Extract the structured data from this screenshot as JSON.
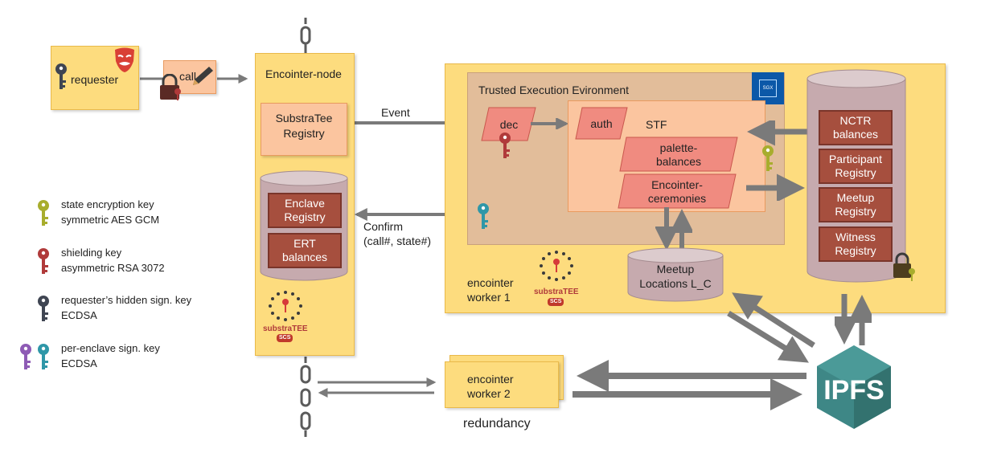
{
  "requester": {
    "label": "requester"
  },
  "call_note": {
    "label": "call"
  },
  "encointer_node": {
    "title": "Encointer-node",
    "substratee_registry": [
      "SubstraTee",
      "Registry"
    ],
    "enclave_registry": [
      "Enclave",
      "Registry"
    ],
    "ert_balances": [
      "ERT",
      "balances"
    ]
  },
  "labels": {
    "event": "Event",
    "confirm": [
      "Confirm",
      "(call#, state#)"
    ],
    "redundancy": "redundancy"
  },
  "worker1": {
    "tee_title": "Trusted Execution Evironment",
    "dec": "dec",
    "auth": "auth",
    "stf": "STF",
    "palette_balances": [
      "palette-",
      "balances"
    ],
    "encointer_ceremonies": [
      "Encointer-",
      "ceremonies"
    ],
    "meetup_locations": [
      "Meetup",
      "Locations L_C"
    ],
    "name": [
      "encointer",
      "worker 1"
    ],
    "state_items": [
      [
        "NCTR",
        "balances"
      ],
      [
        "Participant",
        "Registry"
      ],
      [
        "Meetup",
        "Registry"
      ],
      [
        "Witness",
        "Registry"
      ]
    ]
  },
  "worker2": {
    "name": [
      "encointer",
      "worker 2"
    ]
  },
  "ipfs": {
    "label": "IPFS"
  },
  "substratee_logo": {
    "text": "substraTEE",
    "sub": "SCS"
  },
  "sgx_badge": {
    "text": "SGX"
  },
  "legend": [
    {
      "lines": [
        "state encryption key",
        "symmetric AES GCM"
      ],
      "color": "#a8ad2d"
    },
    {
      "lines": [
        "shielding key",
        "asymmetric RSA 3072"
      ],
      "color": "#b03a3a"
    },
    {
      "lines": [
        "requester’s hidden sign. key",
        "ECDSA"
      ],
      "color": "#3f4552"
    },
    {
      "lines": [
        "per-enclave sign. key",
        "ECDSA"
      ],
      "colors": [
        "#8e5bb5",
        "#2f97a8"
      ]
    }
  ],
  "colors": {
    "note_yellow": "#fddc7e",
    "note_orange": "#fbc59f",
    "brown_box": "#a64f3e",
    "tee_bg": "#e2bd9a",
    "cylinder": "#c6aaae",
    "arrow_gray": "#7a7a7a",
    "ipfs": "#3e8786"
  }
}
